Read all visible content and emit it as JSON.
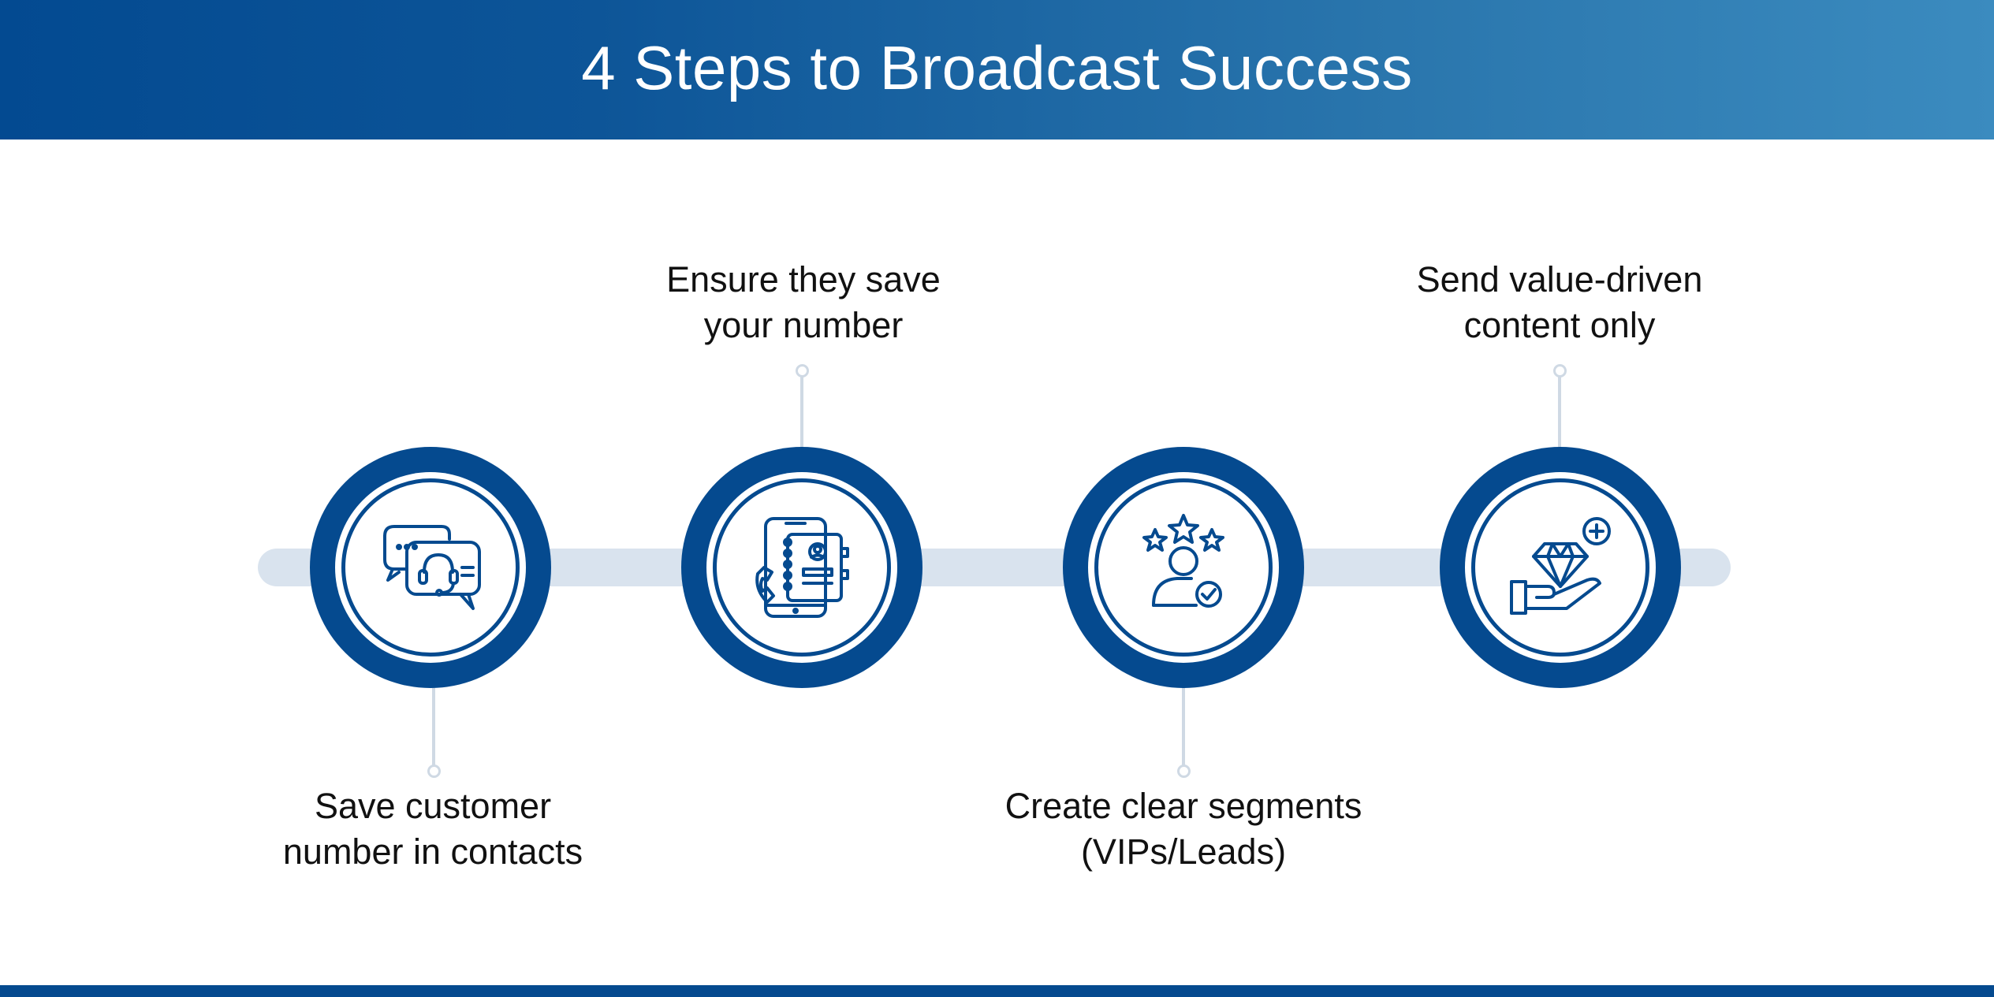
{
  "header": {
    "title": "4 Steps to Broadcast Success"
  },
  "steps": [
    {
      "icon": "customer-support-chat-icon",
      "label_lines": [
        "Save customer",
        "number in contacts"
      ],
      "label_position": "below"
    },
    {
      "icon": "phone-contact-book-icon",
      "label_lines": [
        "Ensure they save",
        "your number"
      ],
      "label_position": "above"
    },
    {
      "icon": "star-rated-user-icon",
      "label_lines": [
        "Create clear segments",
        "(VIPs/Leads)"
      ],
      "label_position": "below"
    },
    {
      "icon": "diamond-in-hand-icon",
      "label_lines": [
        "Send value-driven",
        "content only"
      ],
      "label_position": "above"
    }
  ],
  "colors": {
    "primary": "#054a8f",
    "header_gradient_start": "#034a91",
    "header_gradient_end": "#3b8bbf",
    "track": "#d9e3ee",
    "connector": "#cfd9e4",
    "text": "#111111"
  }
}
